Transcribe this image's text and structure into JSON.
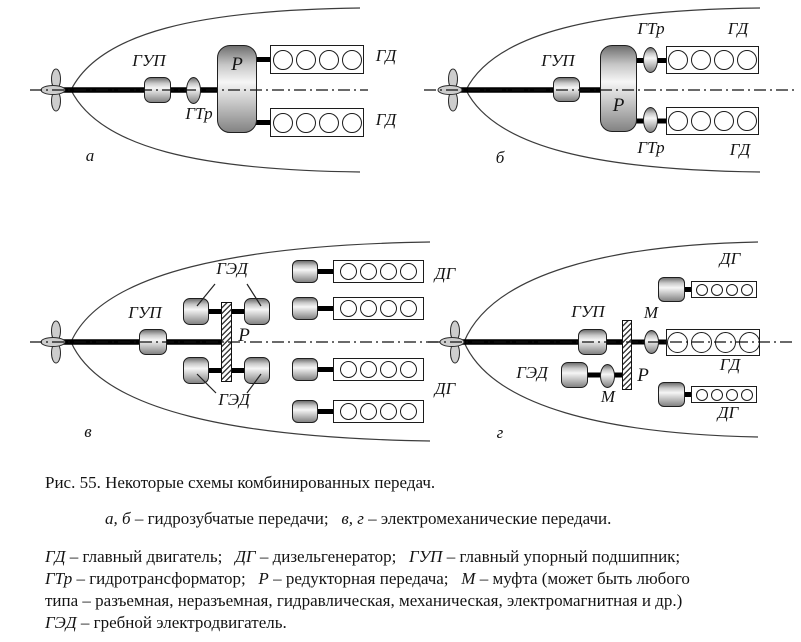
{
  "caption": {
    "title": "Рис. 55. Некоторые схемы комбинированных передач.",
    "subcaption_segments": [
      [
        "а, б",
        1
      ],
      [
        " – гидрозубчатые передачи;   ",
        0
      ],
      [
        "в, г",
        1
      ],
      [
        " – электромеханические передачи.",
        0
      ]
    ]
  },
  "legend": {
    "lines": [
      [
        [
          "ГД",
          1
        ],
        [
          " – главный двигатель;   ",
          0
        ],
        [
          "ДГ",
          1
        ],
        [
          " – дизельгенератор;   ",
          0
        ],
        [
          "ГУП",
          1
        ],
        [
          " – главный упорный подшипник;",
          0
        ]
      ],
      [
        [
          "ГТр",
          1
        ],
        [
          " – гидротрансформатор;   ",
          0
        ],
        [
          "Р",
          1
        ],
        [
          " – редукторная передача;   ",
          0
        ],
        [
          "М",
          1
        ],
        [
          " – муфта (может быть любого",
          0
        ]
      ],
      [
        [
          "типа – разъемная, неразъемная, гидравлическая, механическая, электромагнитная и др.)",
          0
        ]
      ],
      [
        [
          "ГЭД",
          1
        ],
        [
          " – гребной электродвигатель.",
          0
        ]
      ]
    ]
  },
  "diagrams": {
    "a": {
      "letter": "а",
      "gup": "ГУП",
      "gtr": "ГТр",
      "gear": "Р",
      "engine_top": "ГД",
      "engine_bottom": "ГД"
    },
    "b": {
      "letter": "б",
      "gup": "ГУП",
      "gear": "Р",
      "gtr_top": "ГТр",
      "gtr_bottom": "ГТр",
      "engine_top": "ГД",
      "engine_bottom": "ГД"
    },
    "v": {
      "letter": "в",
      "gup": "ГУП",
      "gear": "Р",
      "ged_top": "ГЭД",
      "ged_bottom": "ГЭД",
      "dg_top": "ДГ",
      "dg_bottom": "ДГ"
    },
    "g": {
      "letter": "г",
      "gup": "ГУП",
      "gear": "Р",
      "m_top": "М",
      "m_bottom": "М",
      "ged": "ГЭД",
      "engine_main": "ГД",
      "dg_top": "ДГ",
      "dg_bottom": "ДГ"
    }
  },
  "colors": {
    "ink": "#141414",
    "line": "#3c3c3c",
    "metal_dark": "#6f6f6f",
    "metal_light": "#f6f6f6"
  }
}
